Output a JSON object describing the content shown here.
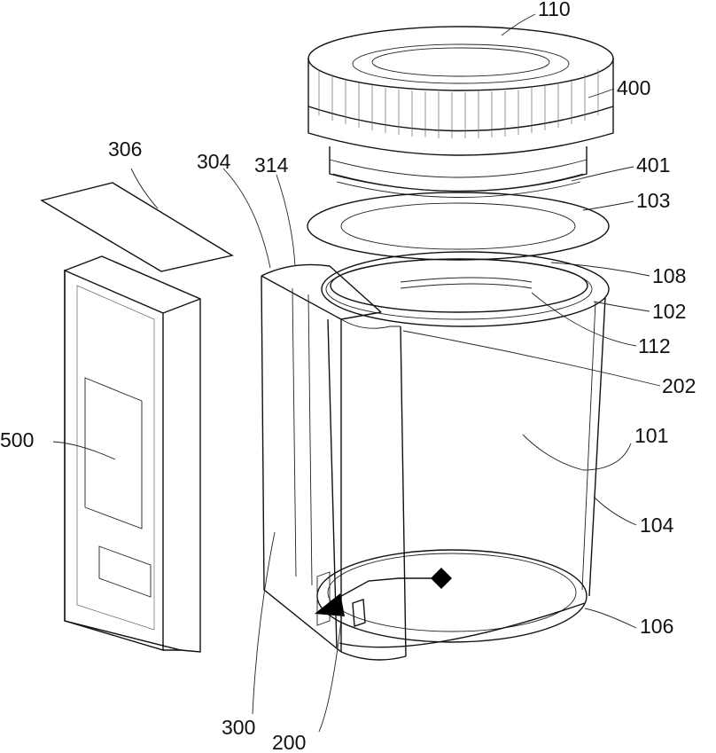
{
  "figure": {
    "labels": {
      "l110": "110",
      "l400": "400",
      "l401": "401",
      "l103": "103",
      "l108": "108",
      "l102": "102",
      "l112": "112",
      "l202": "202",
      "l101": "101",
      "l104": "104",
      "l106": "106",
      "l306": "306",
      "l304": "304",
      "l314": "314",
      "l500": "500",
      "l300": "300",
      "l200": "200"
    }
  }
}
